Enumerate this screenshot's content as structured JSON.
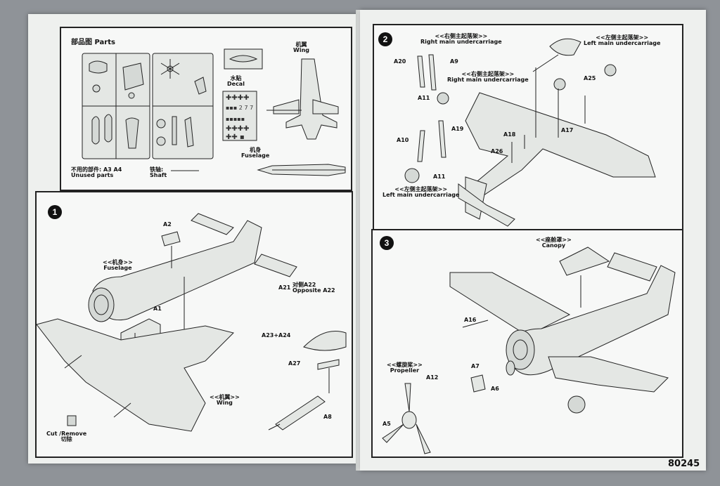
{
  "header": {
    "parts_title": "部品图  Parts",
    "wing": "机翼\nWing",
    "decal": "水贴\nDecal",
    "fuselage": "机身\nFuselage",
    "unused": "不用的部件: A3 A4\nUnused parts",
    "shaft": "铁轴: \nShaft"
  },
  "step1": {
    "number": "1",
    "a2": "A2",
    "fuselage": "<<机身>>\nFuselage",
    "a1": "A1",
    "a21": "A21",
    "opposite": "对侧A22\nOpposite A22",
    "a23a24": "A23+A24",
    "a27": "A27",
    "a8": "A8",
    "wing": "<<机翼>>\nWing",
    "cut": "Cut /Remove\n切除"
  },
  "step2": {
    "number": "2",
    "right_main": "<<右侧主起落架>>\nRight main undercarriage",
    "right_main2": "<<右侧主起落架>>\nRight main undercarriage",
    "left_main": "<<左侧主起落架>>\nLeft main undercarriage",
    "left_main2": "<<左侧主起落架>>\nLeft main undercarriage",
    "a20": "A20",
    "a9": "A9",
    "a11a": "A11",
    "a10": "A10",
    "a19": "A19",
    "a11b": "A11",
    "a25": "A25",
    "a18": "A18",
    "a17": "A17",
    "a26": "A26"
  },
  "step3": {
    "number": "3",
    "canopy": "<<座舱罩>>\nCanopy",
    "a16": "A16",
    "propeller": "<<螺旋桨>>\nPropeller",
    "a12": "A12",
    "a7": "A7",
    "a6": "A6",
    "a5": "A5"
  },
  "footer": {
    "code": "80245"
  }
}
